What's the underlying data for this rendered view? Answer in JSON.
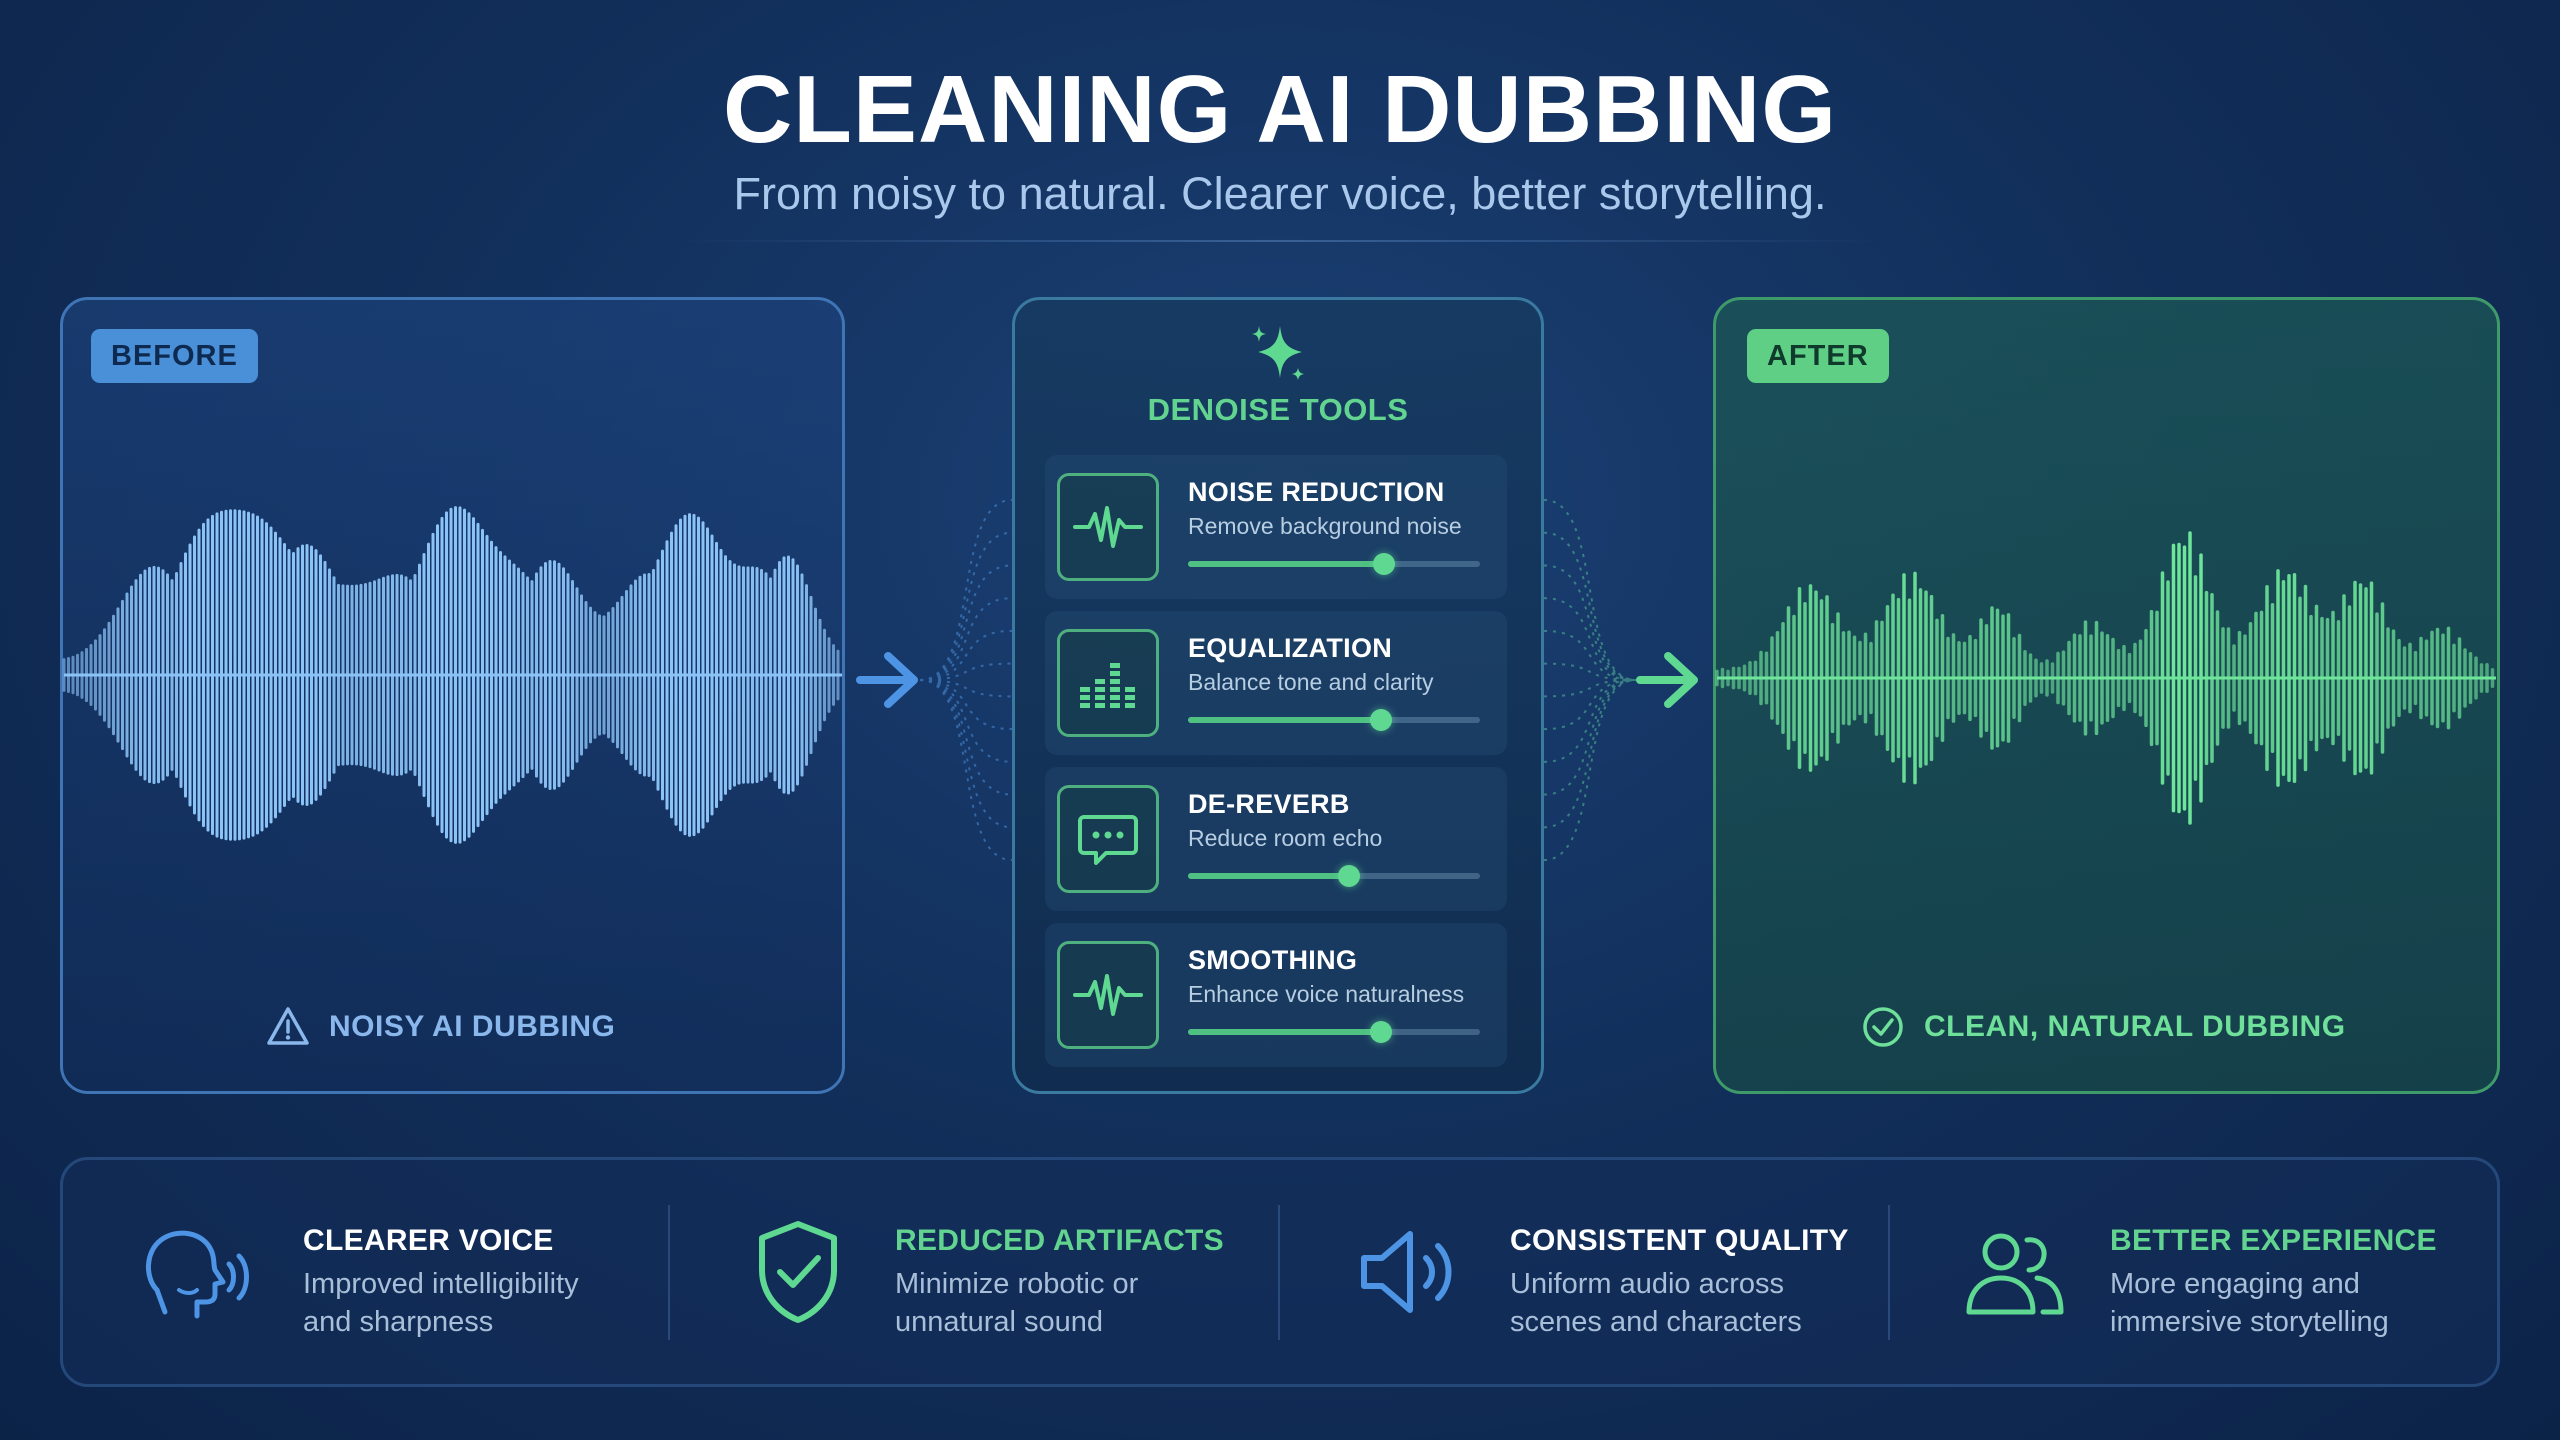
{
  "header": {
    "title": "CLEANING AI DUBBING",
    "subtitle": "From noisy to natural. Clearer voice, better storytelling."
  },
  "before_panel": {
    "badge": "BEFORE",
    "caption": "NOISY AI DUBBING",
    "caption_icon": "warning-triangle-icon",
    "wave_color": "#8cc3f7"
  },
  "middle_panel": {
    "icon": "sparkle-icon",
    "title": "DENOISE TOOLS",
    "tools": [
      {
        "name": "NOISE REDUCTION",
        "description": "Remove background noise",
        "icon": "waveform-pulse-icon",
        "level": 0.67
      },
      {
        "name": "EQUALIZATION",
        "description": "Balance tone and clarity",
        "icon": "equalizer-bars-icon",
        "level": 0.66
      },
      {
        "name": "DE-REVERB",
        "description": "Reduce room echo",
        "icon": "chat-bubble-icon",
        "level": 0.55
      },
      {
        "name": "SMOOTHING",
        "description": "Enhance voice naturalness",
        "icon": "waveform-pulse-icon",
        "level": 0.66
      }
    ]
  },
  "after_panel": {
    "badge": "AFTER",
    "caption": "CLEAN, NATURAL DUBBING",
    "caption_icon": "check-circle-icon",
    "wave_color": "#6ee59a"
  },
  "features": [
    {
      "title": "CLEARER VOICE",
      "description": "Improved intelligibility and sharpness",
      "icon": "speaking-head-icon",
      "title_color": "#ffffff"
    },
    {
      "title": "REDUCED ARTIFACTS",
      "description": "Minimize robotic or unnatural sound",
      "icon": "shield-check-icon",
      "title_color": "#62d48f"
    },
    {
      "title": "CONSISTENT QUALITY",
      "description": "Uniform audio across scenes and characters",
      "icon": "speaker-icon",
      "title_color": "#ffffff"
    },
    {
      "title": "BETTER EXPERIENCE",
      "description": "More engaging and immersive storytelling",
      "icon": "users-icon",
      "title_color": "#62d48f"
    }
  ],
  "colors": {
    "accent_blue": "#4a90d9",
    "accent_green": "#5fcf86",
    "background": "#12305c"
  }
}
